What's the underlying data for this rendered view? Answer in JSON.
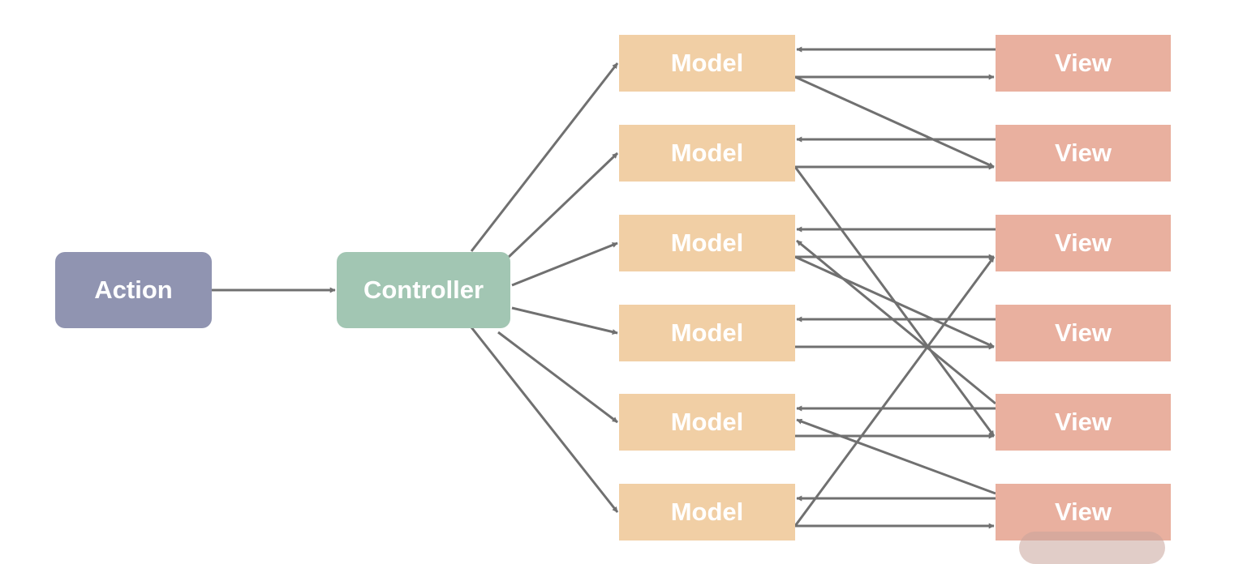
{
  "colors": {
    "action": "#9094b1",
    "controller": "#a2c6b3",
    "model": "#f1cfa5",
    "view": "#e9b09f",
    "edge": "#707070"
  },
  "action": {
    "label": "Action"
  },
  "controller": {
    "label": "Controller"
  },
  "models": [
    {
      "label": "Model"
    },
    {
      "label": "Model"
    },
    {
      "label": "Model"
    },
    {
      "label": "Model"
    },
    {
      "label": "Model"
    },
    {
      "label": "Model"
    }
  ],
  "views": [
    {
      "label": "View"
    },
    {
      "label": "View"
    },
    {
      "label": "View"
    },
    {
      "label": "View"
    },
    {
      "label": "View"
    },
    {
      "label": "View"
    }
  ],
  "connections": {
    "action_to_controller": true,
    "controller_to_models": [
      0,
      1,
      2,
      3,
      4,
      5
    ],
    "view_to_model": [
      [
        0,
        0
      ],
      [
        1,
        1
      ],
      [
        2,
        2
      ],
      [
        3,
        3
      ],
      [
        4,
        4
      ],
      [
        5,
        5
      ]
    ],
    "model_to_view": [
      [
        0,
        0
      ],
      [
        1,
        1
      ],
      [
        2,
        2
      ],
      [
        3,
        3
      ],
      [
        4,
        4
      ],
      [
        5,
        5
      ],
      [
        0,
        1
      ],
      [
        1,
        4
      ],
      [
        2,
        3
      ],
      [
        5,
        2
      ]
    ],
    "view_to_model_cross": [
      [
        5,
        4
      ],
      [
        4,
        2
      ]
    ]
  }
}
